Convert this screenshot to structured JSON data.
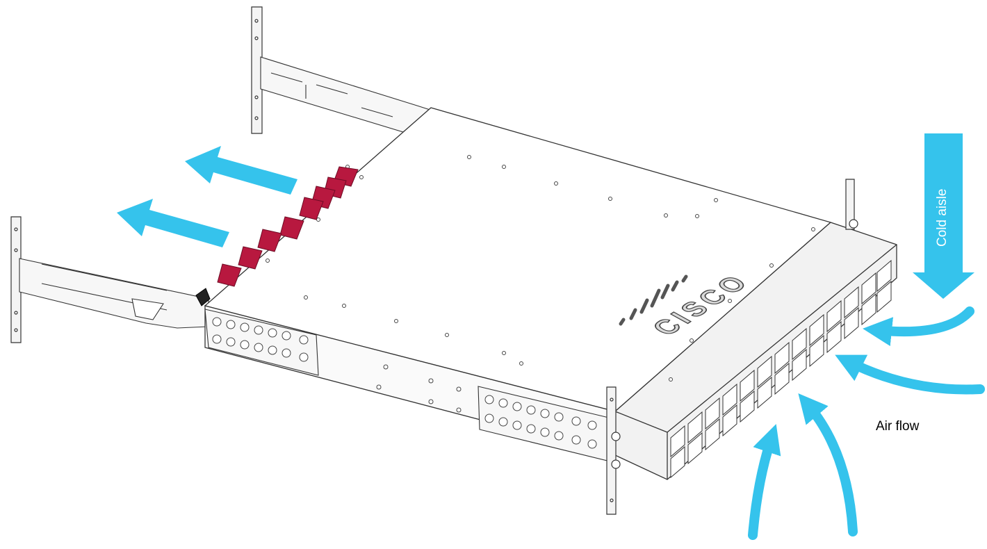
{
  "diagram": {
    "labels": {
      "air_flow": "Air flow",
      "cold_aisle": "Cold aisle",
      "brand": "CISCO"
    },
    "colors": {
      "airflow_arrow": "#35c3ec",
      "fan_module": "#b8183f",
      "chassis_fill": "#ffffff",
      "chassis_line": "#333333",
      "rack_rail_fill": "#f4f4f4"
    },
    "icons": [
      "cisco-logo-bars-icon",
      "exhaust-arrow-icon",
      "intake-arrow-icon",
      "cold-aisle-arrow-icon"
    ]
  }
}
